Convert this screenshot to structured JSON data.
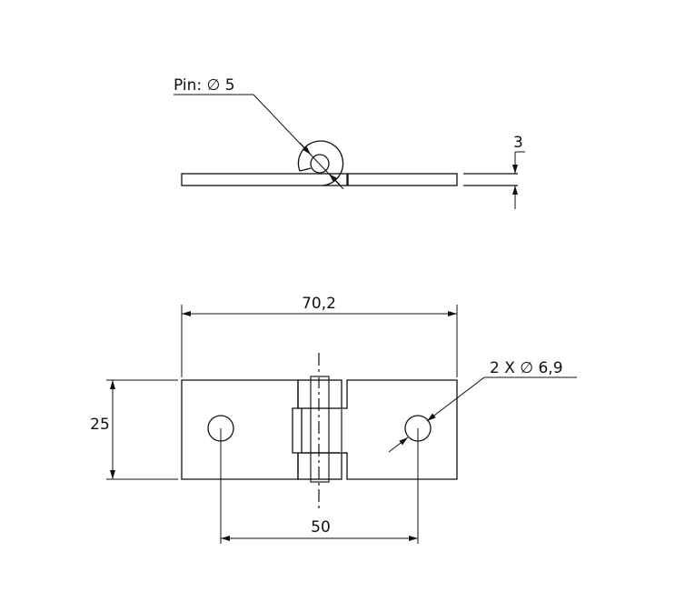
{
  "labels": {
    "pin": "Pin:  ∅ 5",
    "thickness": "3",
    "length": "70,2",
    "width": "25",
    "hole_spacing": "50",
    "holes": "2 X ∅ 6,9"
  }
}
